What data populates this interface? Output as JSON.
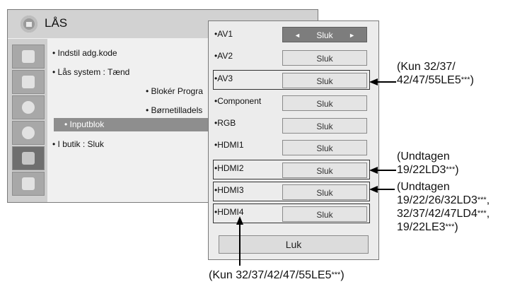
{
  "menu": {
    "title": "LÅS",
    "sidebar_icons": [
      "picture-icon",
      "audio-icon",
      "time-icon",
      "option-icon",
      "lock-icon",
      "input-icon"
    ],
    "items": [
      "• Indstil adg.kode",
      "• Lås system  : Tænd",
      "• Blokér Progra",
      "• Børnetilladels",
      "• Inputblok",
      "• I butik  : Sluk"
    ]
  },
  "popup": {
    "rows": [
      {
        "label": "AV1",
        "value": "Sluk"
      },
      {
        "label": "AV2",
        "value": "Sluk"
      },
      {
        "label": "AV3",
        "value": "Sluk"
      },
      {
        "label": "Component",
        "value": "Sluk"
      },
      {
        "label": "RGB",
        "value": "Sluk"
      },
      {
        "label": "HDMI1",
        "value": "Sluk"
      },
      {
        "label": "HDMI2",
        "value": "Sluk"
      },
      {
        "label": "HDMI3",
        "value": "Sluk"
      },
      {
        "label": "HDMI4",
        "value": "Sluk"
      }
    ],
    "bullet": "•",
    "arrow_left": "◄",
    "arrow_right": "►",
    "close_label": "Luk"
  },
  "notes": {
    "av3_line1": "(Kun 32/37/",
    "av3_line2": "42/47/55LE5",
    "av3_line2_end": ")",
    "hdmi2_line1": "(Undtagen",
    "hdmi2_line2": "19/22LD3",
    "hdmi2_line2_end": ")",
    "hdmi3_line1": "(Undtagen",
    "hdmi3_line2": "19/22/26/32LD3",
    "hdmi3_line2_end": ",",
    "hdmi3_line3": "32/37/42/47LD4",
    "hdmi3_line3_end": ",",
    "hdmi3_line4": "19/22LE3",
    "hdmi3_line4_end": ")",
    "hdmi4": "(Kun 32/37/42/47/55LE5",
    "hdmi4_end": ")",
    "asterisks": "***"
  }
}
